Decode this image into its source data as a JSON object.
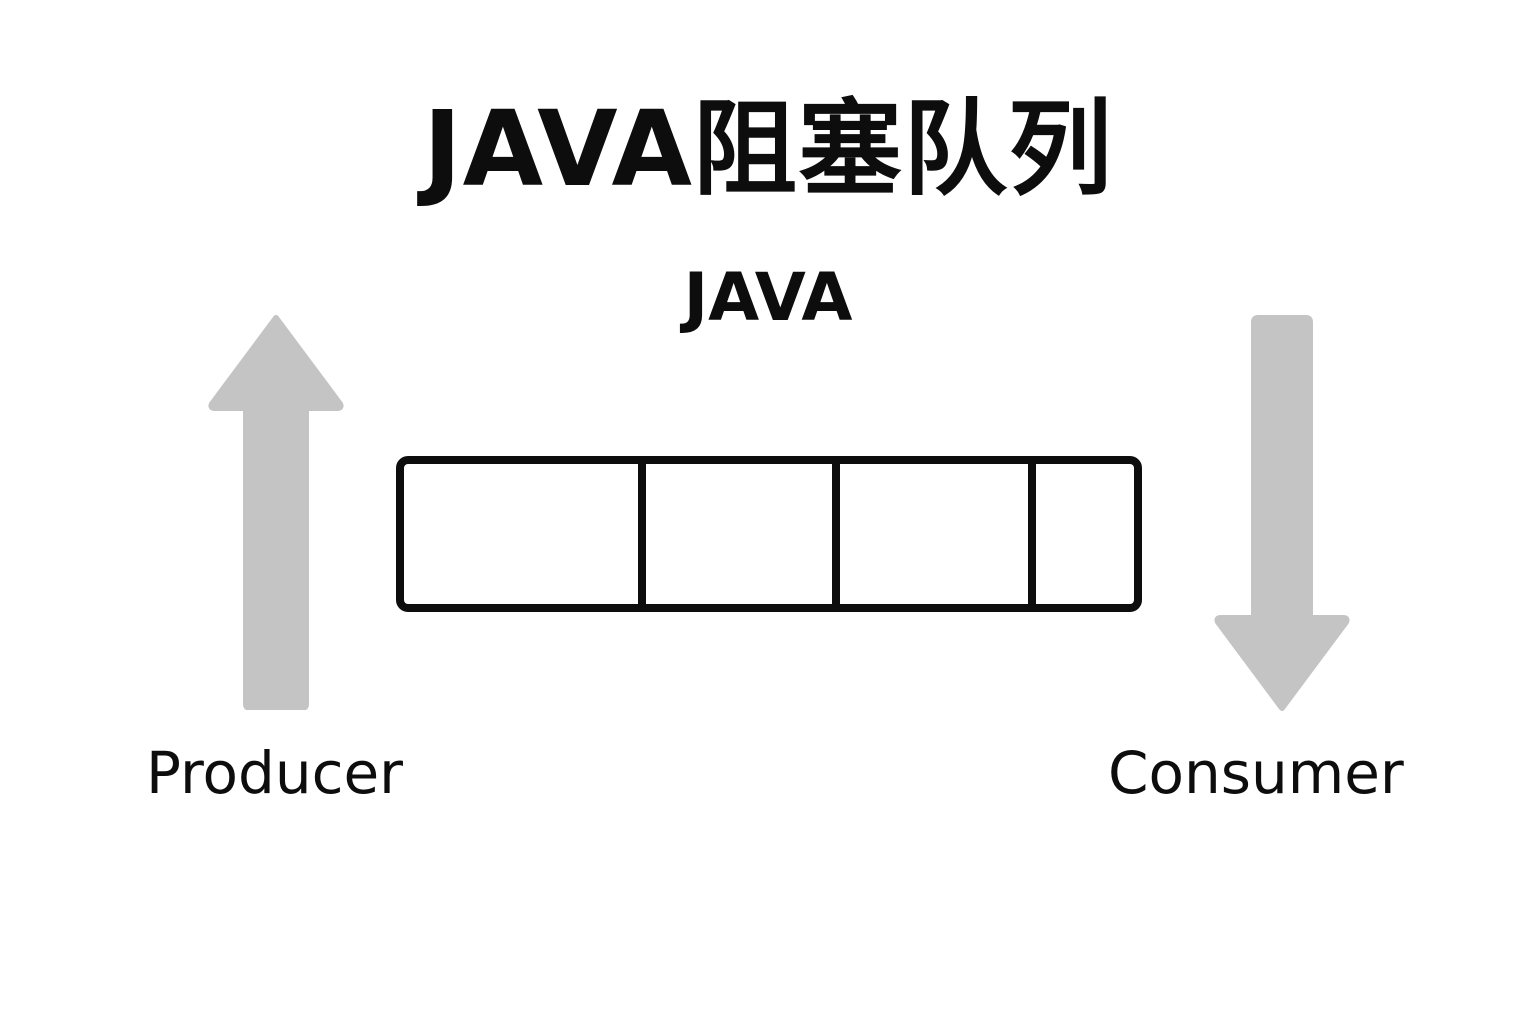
{
  "diagram": {
    "title": "JAVA阻塞队列",
    "subtitle": "JAVA",
    "queue": {
      "slot_count": 4
    },
    "producer": {
      "label": "Producer",
      "arrow_direction": "up"
    },
    "consumer": {
      "label": "Consumer",
      "arrow_direction": "down"
    },
    "colors": {
      "arrow": "#c4c4c4",
      "outline": "#0d0d0d",
      "text": "#0d0d0d",
      "background": "#ffffff"
    }
  }
}
